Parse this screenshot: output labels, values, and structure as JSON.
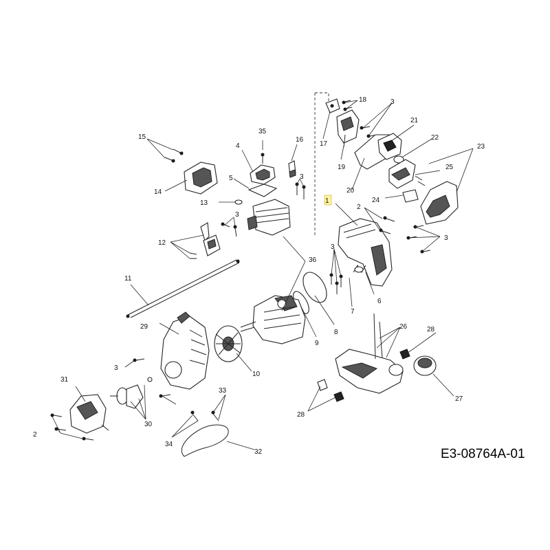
{
  "reference_code": "E3-08764A-01",
  "labels": {
    "l1": "1",
    "l2a": "2",
    "l2b": "2",
    "l3a": "3",
    "l3b": "3",
    "l3c": "3",
    "l3d": "3",
    "l3e": "3",
    "l3f": "3",
    "l4": "4",
    "l5": "5",
    "l6": "6",
    "l7": "7",
    "l8": "8",
    "l9": "9",
    "l10": "10",
    "l11": "11",
    "l12": "12",
    "l13": "13",
    "l14": "14",
    "l15": "15",
    "l16": "16",
    "l17": "17",
    "l18": "18",
    "l19": "19",
    "l20": "20",
    "l21": "21",
    "l22": "22",
    "l23": "23",
    "l24": "24",
    "l25": "25",
    "l26": "26",
    "l27": "27",
    "l28a": "28",
    "l28b": "28",
    "l29": "29",
    "l30": "30",
    "l31": "31",
    "l32": "32",
    "l33": "33",
    "l34": "34",
    "l35": "35",
    "l36": "36"
  }
}
